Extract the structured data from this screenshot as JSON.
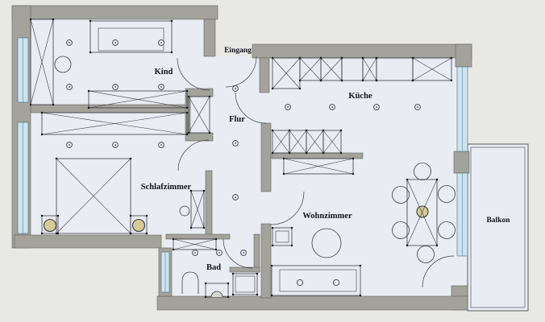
{
  "app": {
    "type": "floor-plan",
    "language": "de"
  },
  "rooms": {
    "eingang": {
      "label": "Eingang"
    },
    "kind": {
      "label": "Kind"
    },
    "flur": {
      "label": "Flur"
    },
    "kueche": {
      "label": "Küche"
    },
    "schlafzimmer": {
      "label": "Schlafzimmer"
    },
    "wohnzimmer": {
      "label": "Wohnzimmer"
    },
    "bad": {
      "label": "Bad"
    },
    "balkon": {
      "label": "Balkon"
    }
  },
  "colors": {
    "outside": "#e8e8e5",
    "wall": "#a3a29b",
    "wall_edge": "#63635d",
    "room_fill": "#e9edf3",
    "window_glass": "#cce4ef",
    "window_edge": "#4a6b7d",
    "line": "#3b3b44",
    "lamp_beige": "#d6cb96"
  }
}
